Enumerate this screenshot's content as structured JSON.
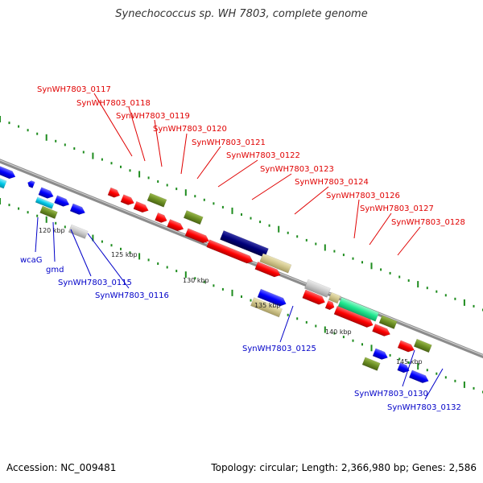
{
  "title": "Synechococcus sp. WH 7803, complete genome",
  "footer": {
    "accession": "Accession: NC_009481",
    "summary": "Topology: circular; Length: 2,366,980 bp; Genes: 2,586"
  },
  "colors": {
    "red": "#ff0000",
    "blue": "#0000ff",
    "olive": "#6b8e23",
    "khaki": "#cfc48a",
    "navy": "#00007a",
    "grey": "#c8c8c8",
    "cyan": "#00c8e8",
    "seagreen": "#20e890",
    "label_red": "#e00000",
    "label_blue": "#0000c8",
    "tick_green": "#1e8c1e"
  },
  "ticks": [
    "120 kbp",
    "125 kbp",
    "130 kbp",
    "135 kbp",
    "140 kbp",
    "145 kbp"
  ],
  "labels_top": [
    "SynWH7803_0117",
    "SynWH7803_0118",
    "SynWH7803_0119",
    "SynWH7803_0120",
    "SynWH7803_0121",
    "SynWH7803_0122",
    "SynWH7803_0123",
    "SynWH7803_0124",
    "SynWH7803_0126",
    "SynWH7803_0127",
    "SynWH7803_0128"
  ],
  "labels_bottom": [
    "wcaG",
    "gmd",
    "SynWH7803_0115",
    "SynWH7803_0116",
    "SynWH7803_0125",
    "SynWH7803_0130",
    "SynWH7803_0132"
  ]
}
